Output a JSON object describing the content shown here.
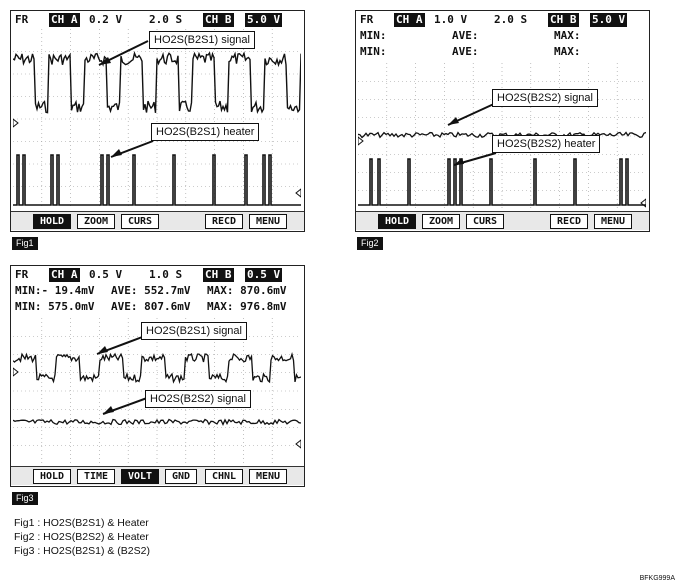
{
  "fig1": {
    "header": {
      "fr": "FR",
      "cha": "CH A",
      "cha_val": "0.2 V",
      "time": "2.0 S",
      "chb": "CH B",
      "chb_val": "5.0 V"
    },
    "callouts": [
      "HO2S(B2S1) signal",
      "HO2S(B2S1) heater"
    ],
    "buttons": [
      "HOLD",
      "ZOOM",
      "CURS",
      "RECD",
      "MENU"
    ],
    "tag": "Fig1"
  },
  "fig2": {
    "header": {
      "fr": "FR",
      "cha": "CH A",
      "cha_val": "1.0 V",
      "time": "2.0 S",
      "chb": "CH B",
      "chb_val": "5.0 V"
    },
    "stats1": {
      "min": "MIN:",
      "ave": "AVE:",
      "max": "MAX:"
    },
    "stats2": {
      "min": "MIN:",
      "ave": "AVE:",
      "max": "MAX:"
    },
    "callouts": [
      "HO2S(B2S2) signal",
      "HO2S(B2S2) heater"
    ],
    "buttons": [
      "HOLD",
      "ZOOM",
      "CURS",
      "RECD",
      "MENU"
    ],
    "tag": "Fig2"
  },
  "fig3": {
    "header": {
      "fr": "FR",
      "cha": "CH A",
      "cha_val": "0.5 V",
      "time": "1.0 S",
      "chb": "CH B",
      "chb_val": "0.5 V"
    },
    "stats1": {
      "min": "MIN:- 19.4mV",
      "ave": "AVE: 552.7mV",
      "max": "MAX: 870.6mV"
    },
    "stats2": {
      "min": "MIN: 575.0mV",
      "ave": "AVE: 807.6mV",
      "max": "MAX: 976.8mV"
    },
    "callouts": [
      "HO2S(B2S1) signal",
      "HO2S(B2S2) signal"
    ],
    "buttons": [
      "HOLD",
      "TIME",
      "VOLT",
      "GND",
      "CHNL",
      "MENU"
    ],
    "tag": "Fig3"
  },
  "captions": [
    "Fig1 : HO2S(B2S1) & Heater",
    "Fig2 : HO2S(B2S2) & Heater",
    "Fig3 : HO2S(B2S1) & (B2S2)"
  ],
  "code": "BFKG999A"
}
